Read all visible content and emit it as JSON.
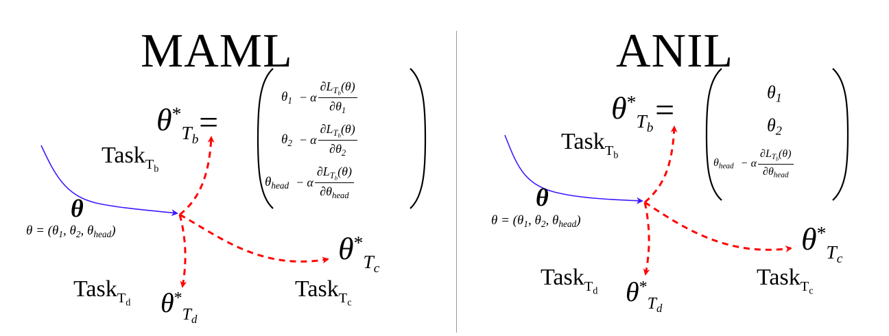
{
  "maml": {
    "title": "MAML",
    "theta_tb_star": "θ",
    "theta_tb_star_sup": "*",
    "theta_tb_star_sub": "T",
    "theta_tb_star_subsub": "b",
    "equals": "=",
    "task_tb": "Task",
    "task_tb_sub": "T",
    "task_tb_subsub": "b",
    "theta": "θ",
    "theta_def": "θ = (θ",
    "theta_def_rest": ", θ",
    "theta_def_head": "head",
    "theta_def_close": ")",
    "theta_tc_star": "θ",
    "task_tc": "Task",
    "task_td": "Task",
    "theta_td_star": "θ",
    "rows": [
      {
        "lhs": "θ",
        "lhs_sub": "1",
        "num": "∂L",
        "num_sub": "T",
        "num_subsub": "b",
        "num_tail": "(θ)",
        "den": "∂θ",
        "den_sub": "1"
      },
      {
        "lhs": "θ",
        "lhs_sub": "2",
        "num": "∂L",
        "num_sub": "T",
        "num_subsub": "b",
        "num_tail": "(θ)",
        "den": "∂θ",
        "den_sub": "2"
      },
      {
        "lhs": "θ",
        "lhs_sub": "head",
        "num": "∂L",
        "num_sub": "T",
        "num_subsub": "b",
        "num_tail": "(θ)",
        "den": "∂θ",
        "den_sub": "head"
      }
    ],
    "minus": "−",
    "alpha": "α"
  },
  "anil": {
    "title": "ANIL",
    "theta_tb_star": "θ",
    "equals": "=",
    "task_tb": "Task",
    "theta": "θ",
    "theta_tc_star": "θ",
    "task_tc": "Task",
    "task_td": "Task",
    "theta_td_star": "θ",
    "row1": {
      "lhs": "θ",
      "lhs_sub": "1"
    },
    "row2": {
      "lhs": "θ",
      "lhs_sub": "2"
    },
    "row3": {
      "lhs": "θ",
      "lhs_sub": "head",
      "num": "∂L",
      "num_sub": "T",
      "num_subsub": "b",
      "num_tail": "(θ)",
      "den": "∂θ",
      "den_sub": "head"
    }
  },
  "colors": {
    "path": "#3b18ff",
    "dashed": "#ff0000",
    "divider": "#9a9a9a"
  }
}
